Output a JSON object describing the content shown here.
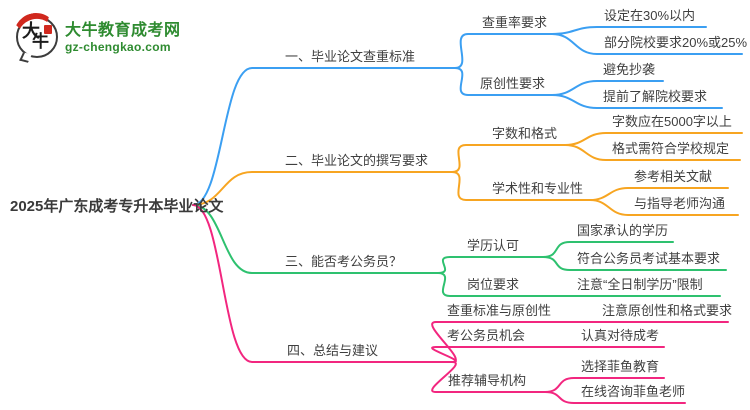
{
  "brand": {
    "icon_char_top": "大",
    "icon_char_bottom": "牛",
    "title": "大牛教育成考网",
    "subtitle": "gz-chengkao.com",
    "green": "#2e8b30",
    "red": "#d0281e"
  },
  "colors": {
    "blue": "#3b9ff2",
    "orange": "#f7a521",
    "green": "#2ec16f",
    "pink": "#f2267f",
    "node_text": "#3f3f3f"
  },
  "mindmap": {
    "root": {
      "label": "2025年广东成考专升本毕业论文"
    },
    "branches": [
      {
        "id": "b1",
        "label": "一、毕业论文查重标准",
        "color": "#3b9ff2",
        "children": [
          {
            "id": "b1-1",
            "label": "查重率要求",
            "children": [
              {
                "id": "b1-1-1",
                "label": "设定在30%以内"
              },
              {
                "id": "b1-1-2",
                "label": "部分院校要求20%或25%"
              }
            ]
          },
          {
            "id": "b1-2",
            "label": "原创性要求",
            "children": [
              {
                "id": "b1-2-1",
                "label": "避免抄袭"
              },
              {
                "id": "b1-2-2",
                "label": "提前了解院校要求"
              }
            ]
          }
        ]
      },
      {
        "id": "b2",
        "label": "二、毕业论文的撰写要求",
        "color": "#f7a521",
        "children": [
          {
            "id": "b2-1",
            "label": "字数和格式",
            "children": [
              {
                "id": "b2-1-1",
                "label": "字数应在5000字以上"
              },
              {
                "id": "b2-1-2",
                "label": "格式需符合学校规定"
              }
            ]
          },
          {
            "id": "b2-2",
            "label": "学术性和专业性",
            "children": [
              {
                "id": "b2-2-1",
                "label": "参考相关文献"
              },
              {
                "id": "b2-2-2",
                "label": "与指导老师沟通"
              }
            ]
          }
        ]
      },
      {
        "id": "b3",
        "label": "三、能否考公务员？",
        "color": "#2ec16f",
        "children": [
          {
            "id": "b3-1",
            "label": "学历认可",
            "children": [
              {
                "id": "b3-1-1",
                "label": "国家承认的学历"
              },
              {
                "id": "b3-1-2",
                "label": "符合公务员考试基本要求"
              }
            ]
          },
          {
            "id": "b3-2",
            "label": "岗位要求",
            "children": [
              {
                "id": "b3-2-1",
                "label": "注意“全日制学历”限制"
              }
            ]
          }
        ]
      },
      {
        "id": "b4",
        "label": "四、总结与建议",
        "color": "#f2267f",
        "children": [
          {
            "id": "b4-1",
            "label": "查重标准与原创性",
            "children": [
              {
                "id": "b4-1-1",
                "label": "注意原创性和格式要求"
              }
            ]
          },
          {
            "id": "b4-2",
            "label": "考公务员机会",
            "children": [
              {
                "id": "b4-2-1",
                "label": "认真对待成考"
              }
            ]
          },
          {
            "id": "b4-3",
            "label": "推荐辅导机构",
            "children": [
              {
                "id": "b4-3-1",
                "label": "选择菲鱼教育"
              },
              {
                "id": "b4-3-2",
                "label": "在线咨询菲鱼老师"
              }
            ]
          }
        ]
      }
    ]
  }
}
